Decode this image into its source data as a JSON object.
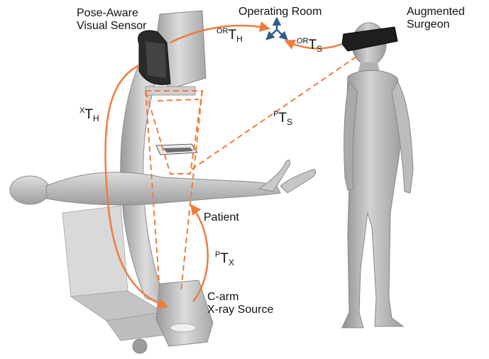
{
  "labels": {
    "sensor": [
      "Pose-Aware",
      "Visual Sensor"
    ],
    "operating_room": "Operating Room",
    "surgeon": [
      "Augmented",
      "Surgeon"
    ],
    "patient": "Patient",
    "source": [
      "C-arm",
      "X-ray Source"
    ]
  },
  "transforms": {
    "or_th": {
      "sup": "OR",
      "base": "T",
      "sub": "H"
    },
    "or_ts": {
      "sup": "OR",
      "base": "T",
      "sub": "S"
    },
    "x_th": {
      "sup": "X",
      "base": "T",
      "sub": "H"
    },
    "p_ts": {
      "sup": "P",
      "base": "T",
      "sub": "S"
    },
    "p_tx": {
      "sup": "P",
      "base": "T",
      "sub": "X"
    }
  },
  "colors": {
    "arrow": "#f07c3c",
    "frame_axes": "#2f5d8a",
    "device_gray": "#c8c8c8",
    "body_gray": "#b4b4b4"
  }
}
